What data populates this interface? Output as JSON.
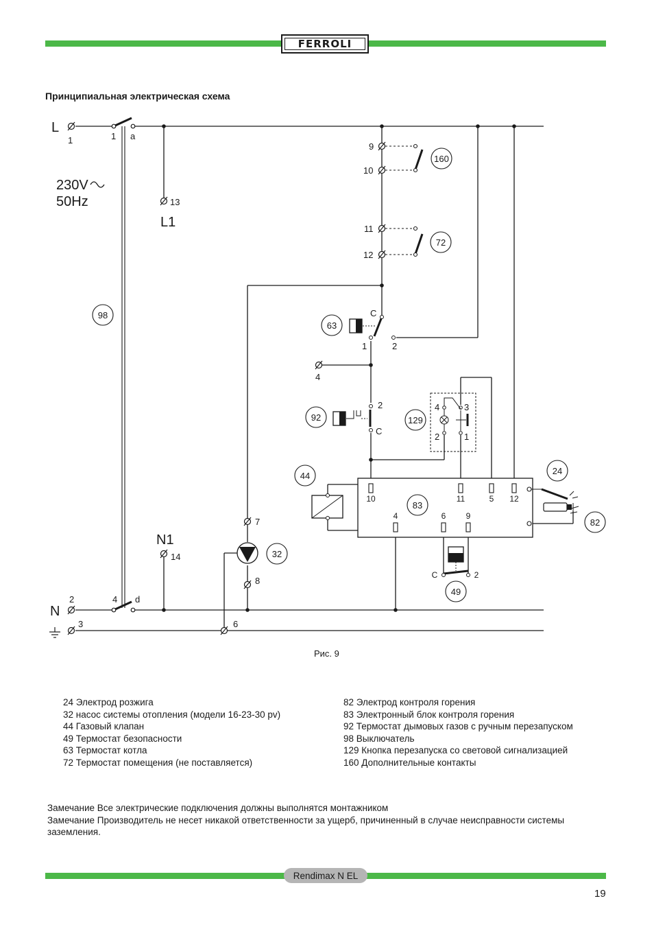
{
  "header": {
    "brand": "FERROLI"
  },
  "title": "Принципиальная электрическая схема",
  "diagram": {
    "supply": {
      "l": "L",
      "n": "N",
      "voltage": "230V",
      "freq": "50Hz"
    },
    "big_labels": {
      "l1": "L1",
      "n1": "N1"
    },
    "terminals": {
      "t1": "1",
      "t2": "2",
      "t3": "3",
      "t13": "13",
      "t14": "14",
      "t4": "4",
      "s1": "1",
      "sa": "a",
      "s4": "4",
      "sd": "d",
      "c9": "9",
      "c10": "10",
      "c11": "11",
      "c12": "12",
      "t63c": "C",
      "t63a": "1",
      "t63b": "2",
      "t92a": "2",
      "t92c": "C",
      "t129a": "4",
      "t129b": "3",
      "t129c": "2",
      "t129d": "1",
      "p7": "7",
      "p8": "8",
      "p6": "6",
      "u10": "10",
      "u11": "11",
      "u5": "5",
      "u12": "12",
      "u4": "4",
      "u6": "6",
      "u9": "9",
      "t49c": "C",
      "t49b": "2"
    },
    "components": {
      "k160": "160",
      "k72": "72",
      "k98": "98",
      "k63": "63",
      "k92": "92",
      "k129": "129",
      "k44": "44",
      "k83": "83",
      "k24": "24",
      "k82": "82",
      "k32": "32",
      "k49": "49"
    }
  },
  "figure_caption": "Рис. 9",
  "legend_left": [
    "24 Электрод розжига",
    "32 насос системы отопления (модели 16-23-30 pv)",
    "44 Газовый клапан",
    "49 Термостат безопасности",
    "63 Термостат котла",
    "72 Термостат помещения (не поставляется)"
  ],
  "legend_right": [
    "82 Электрод контроля горения",
    "83 Электронный блок контроля горения",
    "92 Термостат дымовых газов с ручным перезапуском",
    "98 Выключатель",
    "129 Кнопка перезапуска со световой сигнализацией",
    "160 Дополнительные контакты"
  ],
  "notes": [
    "Замечание Все электрические подключения должны выполнятся монтажником",
    "Замечание Производитель не несет никакой ответственности за ущерб, причиненный в случае неисправности системы заземления."
  ],
  "footer": {
    "model": "Rendimax N EL",
    "page": "19"
  },
  "colors": {
    "accent_green": "#4cb848",
    "footer_pill": "#b5b5b5"
  }
}
